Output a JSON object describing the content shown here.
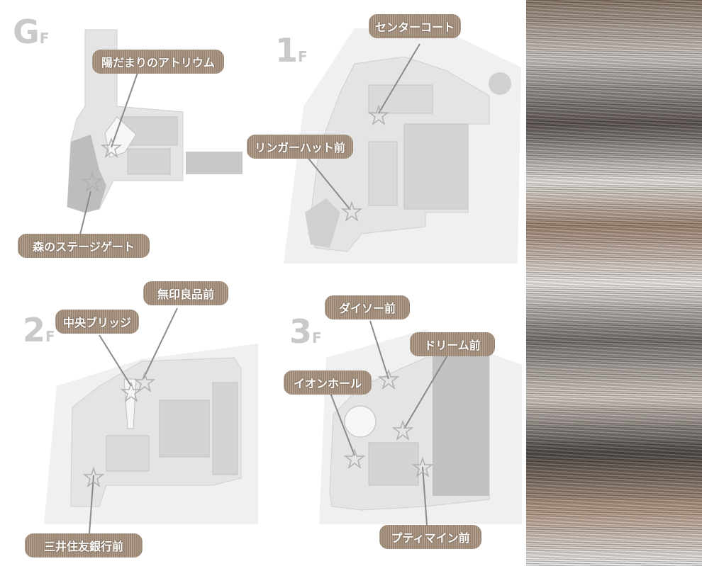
{
  "colors": {
    "callout_bg": "#9b8774",
    "floor_label": "#c9c9c9",
    "building_fill": "#e6e6e6",
    "store_fill": "#d8d8d8",
    "site_fill": "#f0f0f0",
    "star_stroke": "#b3b3b3"
  },
  "floors": [
    {
      "id": "gf",
      "label_main": "G",
      "label_sub": "F",
      "spots": [
        {
          "name": "陽だまりのアトリウム"
        },
        {
          "name": "森のステージゲート"
        }
      ]
    },
    {
      "id": "1f",
      "label_main": "1",
      "label_sub": "F",
      "spots": [
        {
          "name": "センターコート"
        },
        {
          "name": "リンガーハット前"
        }
      ]
    },
    {
      "id": "2f",
      "label_main": "2",
      "label_sub": "F",
      "spots": [
        {
          "name": "無印良品前"
        },
        {
          "name": "中央ブリッジ"
        },
        {
          "name": "三井住友銀行前"
        }
      ]
    },
    {
      "id": "3f",
      "label_main": "3",
      "label_sub": "F",
      "spots": [
        {
          "name": "ダイソー前"
        },
        {
          "name": "ドリーム前"
        },
        {
          "name": "イオンホール"
        },
        {
          "name": "プティマイン前"
        }
      ]
    }
  ],
  "side_photo": {
    "icon": "photo-image"
  }
}
